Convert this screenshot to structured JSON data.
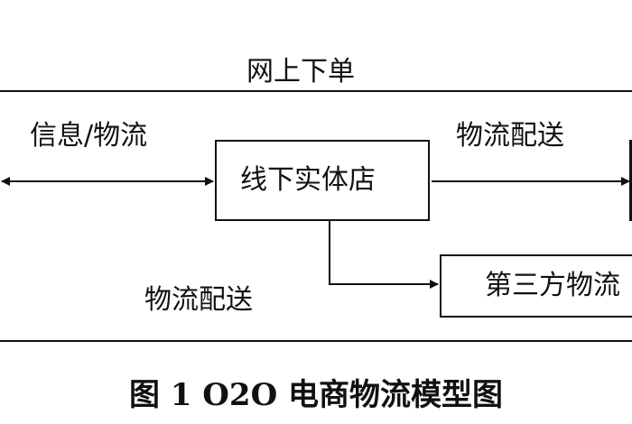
{
  "diagram": {
    "top_label": "网上下单",
    "left_arrow_label": "信息/物流",
    "right_arrow_label": "物流配送",
    "bottom_label": "物流配送",
    "store_box": "线下实体店",
    "third_party_box": "第三方物流"
  },
  "caption": "图 1  O2O 电商物流模型图"
}
